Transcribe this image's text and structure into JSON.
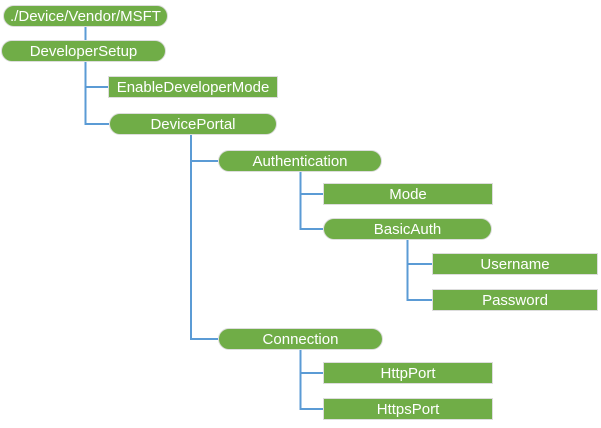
{
  "diagram": {
    "description": "DeveloperSetup CSP node hierarchy tree",
    "colors": {
      "page_bg": "#ffffff",
      "node_fill": "#70AD47",
      "node_text": "#ffffff",
      "node_border": "#dddddd",
      "connector": "#5B9BD5"
    },
    "nodes": [
      {
        "label": "./Device/Vendor/MSFT",
        "shape": "pill"
      },
      {
        "label": "DeveloperSetup",
        "shape": "pill"
      },
      {
        "label": "EnableDeveloperMode",
        "shape": "rect"
      },
      {
        "label": "DevicePortal",
        "shape": "pill"
      },
      {
        "label": "Authentication",
        "shape": "pill"
      },
      {
        "label": "Mode",
        "shape": "rect"
      },
      {
        "label": "BasicAuth",
        "shape": "pill"
      },
      {
        "label": "Username",
        "shape": "rect"
      },
      {
        "label": "Password",
        "shape": "rect"
      },
      {
        "label": "Connection",
        "shape": "pill"
      },
      {
        "label": "HttpPort",
        "shape": "rect"
      },
      {
        "label": "HttpsPort",
        "shape": "rect"
      }
    ]
  }
}
